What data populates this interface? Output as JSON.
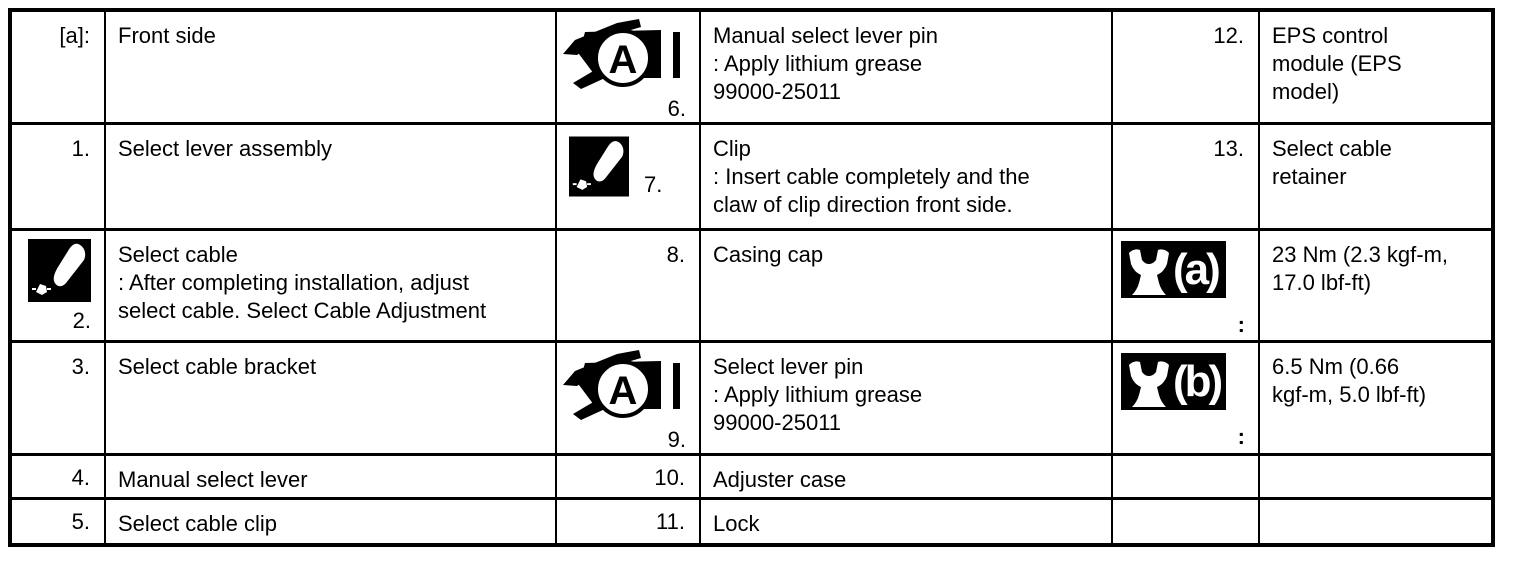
{
  "colors": {
    "ink": "#000000",
    "paper": "#ffffff"
  },
  "table": {
    "rows": [
      {
        "left": {
          "label": "[a]:",
          "text": "Front side"
        },
        "mid": {
          "label": "6.",
          "icon": "grease-gun-icon",
          "text": "Manual select lever pin\n: Apply lithium grease\n99000-25011"
        },
        "right": {
          "label": "12.",
          "text": "EPS control\nmodule (EPS\nmodel)"
        }
      },
      {
        "left": {
          "label": "1.",
          "text": "Select lever assembly"
        },
        "mid": {
          "label": "7.",
          "icon": "caution-icon",
          "text": "Clip\n: Insert cable completely and the\nclaw of clip direction front side."
        },
        "right": {
          "label": "13.",
          "text": "Select cable\nretainer"
        }
      },
      {
        "left": {
          "label": "2.",
          "icon": "caution-icon",
          "text": "Select cable\n: After completing installation, adjust\nselect cable. Select Cable Adjustment"
        },
        "mid": {
          "label": "8.",
          "text": "Casing cap"
        },
        "right": {
          "label": ":",
          "icon": "torque-wrench-icon",
          "icon_label": "(a)",
          "text": "23 Nm (2.3 kgf-m,\n17.0 lbf-ft)"
        }
      },
      {
        "left": {
          "label": "3.",
          "text": "Select cable bracket"
        },
        "mid": {
          "label": "9.",
          "icon": "grease-gun-icon",
          "text": "Select lever pin\n: Apply lithium grease\n99000-25011"
        },
        "right": {
          "label": ":",
          "icon": "torque-wrench-icon",
          "icon_label": "(b)",
          "text": "6.5 Nm (0.66\nkgf-m, 5.0 lbf-ft)"
        }
      },
      {
        "left": {
          "label": "4.",
          "text": "Manual select lever"
        },
        "mid": {
          "label": "10.",
          "text": "Adjuster case"
        },
        "right": {
          "label": "",
          "text": ""
        }
      },
      {
        "left": {
          "label": "5.",
          "text": "Select cable clip"
        },
        "mid": {
          "label": "11.",
          "text": "Lock"
        },
        "right": {
          "label": "",
          "text": ""
        }
      }
    ]
  },
  "icons": {
    "grease_gun_letter": "A"
  }
}
